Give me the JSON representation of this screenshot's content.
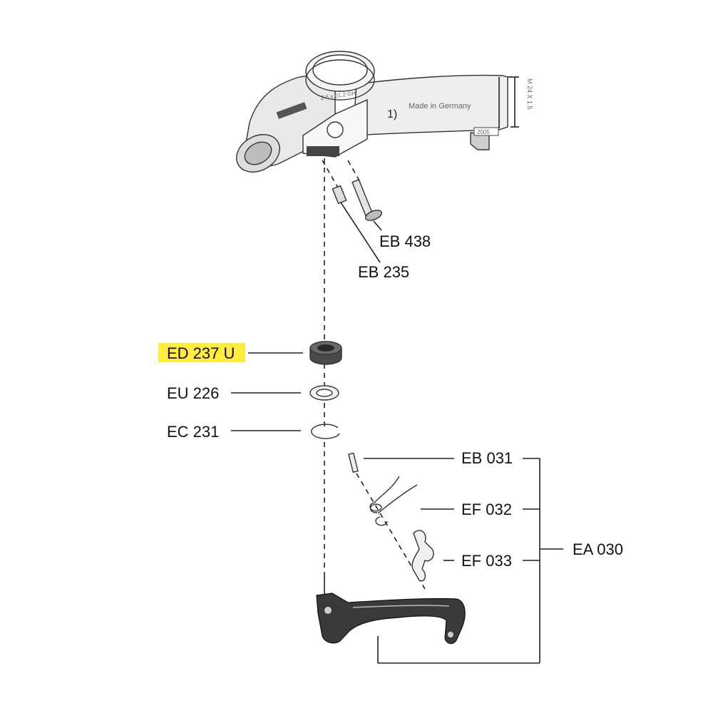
{
  "colors": {
    "highlight": "#ffec3d",
    "line": "#222222",
    "part_dark": "#3a3a3a",
    "part_light": "#efefef"
  },
  "housing": {
    "made_in": "Made in Germany",
    "footnote": "1)",
    "thread": "M 24 X 1.5",
    "year_stamp": "2005",
    "ring_text": "Z 6 x 01.2 GH"
  },
  "labels": {
    "eb438": "EB 438",
    "eb235": "EB 235",
    "ed237u": "ED 237 U",
    "eu226": "EU 226",
    "ec231": "EC 231",
    "eb031": "EB 031",
    "ef032": "EF 032",
    "ef033": "EF 033",
    "ea030": "EA 030"
  }
}
